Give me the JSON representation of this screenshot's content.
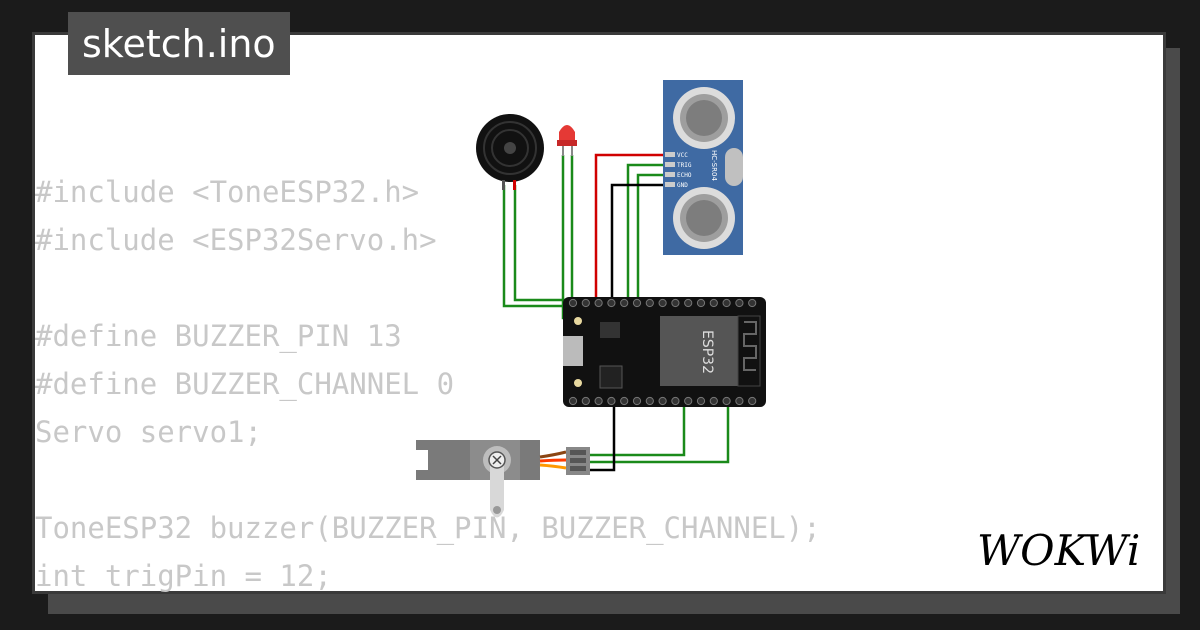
{
  "file_tab": {
    "label": "sketch.ino"
  },
  "code": {
    "lines": [
      "#include <ToneESP32.h>",
      "#include <ESP32Servo.h>",
      "",
      "#define BUZZER_PIN 13",
      "#define BUZZER_CHANNEL 0",
      "Servo servo1;",
      "",
      "ToneESP32 buzzer(BUZZER_PIN, BUZZER_CHANNEL);",
      "int trigPin = 12;"
    ]
  },
  "components": {
    "esp32": {
      "chip_label": "ESP32"
    },
    "sensor": {
      "model": "HC-SR04",
      "pins": [
        "VCC",
        "TRIG",
        "ECHO",
        "GND"
      ]
    }
  },
  "logo": {
    "text": "WOKWi"
  },
  "colors": {
    "background": "#1b1b1b",
    "card": "#ffffff",
    "tab": "#4f4f4f",
    "code_text": "#c8c8c8",
    "sensor_blue": "#3f6aa3",
    "wire_red": "#d00000",
    "wire_green": "#1a8a1a",
    "wire_black": "#000000"
  },
  "icons": [
    "buzzer-icon",
    "led-icon",
    "ultrasonic-sensor-icon",
    "esp32-board-icon",
    "servo-icon",
    "wokwi-logo"
  ]
}
